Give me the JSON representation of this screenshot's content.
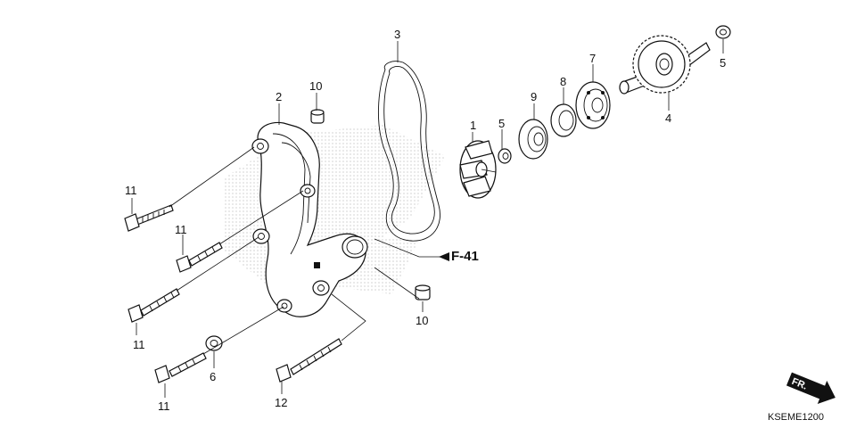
{
  "diagram": {
    "callouts": [
      {
        "id": "c3",
        "label": "3"
      },
      {
        "id": "c2",
        "label": "2"
      },
      {
        "id": "c10a",
        "label": "10"
      },
      {
        "id": "c1",
        "label": "1"
      },
      {
        "id": "c5a",
        "label": "5"
      },
      {
        "id": "c9",
        "label": "9"
      },
      {
        "id": "c8",
        "label": "8"
      },
      {
        "id": "c7",
        "label": "7"
      },
      {
        "id": "c5b",
        "label": "5"
      },
      {
        "id": "c4",
        "label": "4"
      },
      {
        "id": "c11a",
        "label": "11"
      },
      {
        "id": "c11b",
        "label": "11"
      },
      {
        "id": "c11c",
        "label": "11"
      },
      {
        "id": "c11d",
        "label": "11"
      },
      {
        "id": "c6",
        "label": "6"
      },
      {
        "id": "c12",
        "label": "12"
      },
      {
        "id": "c10b",
        "label": "10"
      }
    ],
    "reference_label": "F-41",
    "direction_label": "FR.",
    "diagram_code": "KSEME1200"
  }
}
